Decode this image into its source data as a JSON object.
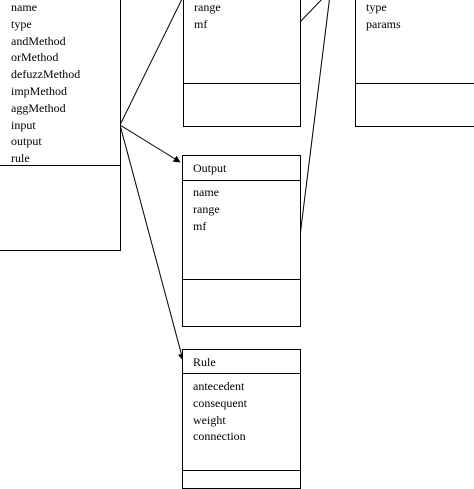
{
  "colors": {
    "line": "#000000",
    "background": "#ffffff"
  },
  "fis_box": {
    "attributes": [
      "name",
      "type",
      "andMethod",
      "orMethod",
      "defuzzMethod",
      "impMethod",
      "aggMethod",
      "input",
      "output",
      "rule"
    ]
  },
  "input_box": {
    "attributes": [
      "range",
      "mf"
    ]
  },
  "mf_box": {
    "attributes": [
      "type",
      "params"
    ]
  },
  "output_box": {
    "title": "Output",
    "attributes": [
      "name",
      "range",
      "mf"
    ]
  },
  "rule_box": {
    "title": "Rule",
    "attributes": [
      "antecedent",
      "consequent",
      "weight",
      "connection"
    ]
  }
}
